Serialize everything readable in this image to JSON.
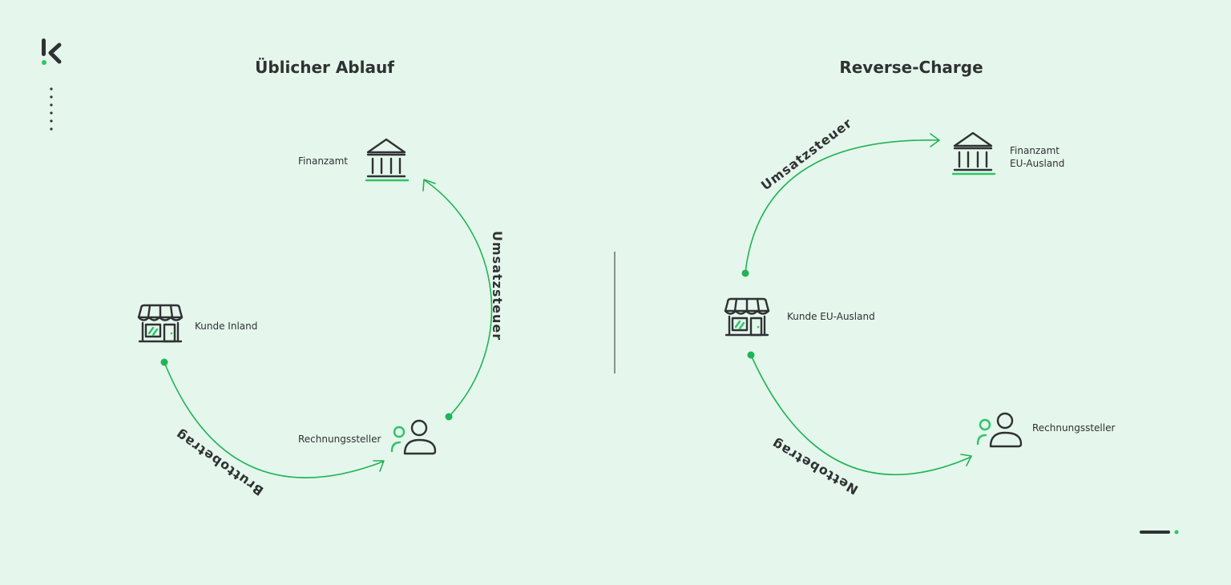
{
  "brand": {
    "accent": "#1fb456",
    "ink": "#2f3233",
    "background": "#e5f6ec"
  },
  "left": {
    "title": "Üblicher Ablauf",
    "finanzamt": "Finanzamt",
    "kunde": "Kunde Inland",
    "rechnungssteller": "Rechnungssteller",
    "arrow_top": "Umsatzsteuer",
    "arrow_bottom": "Bruttobetrag"
  },
  "right": {
    "title": "Reverse-Charge",
    "finanzamt_line1": "Finanzamt",
    "finanzamt_line2": "EU-Ausland",
    "kunde": "Kunde EU-Ausland",
    "rechnungssteller": "Rechnungssteller",
    "arrow_top": "Umsatzsteuer",
    "arrow_bottom": "Nettobetrag"
  },
  "icons": {
    "logo": "k-logo-icon",
    "bank": "bank-icon",
    "shop": "shop-icon",
    "people": "people-icon"
  }
}
